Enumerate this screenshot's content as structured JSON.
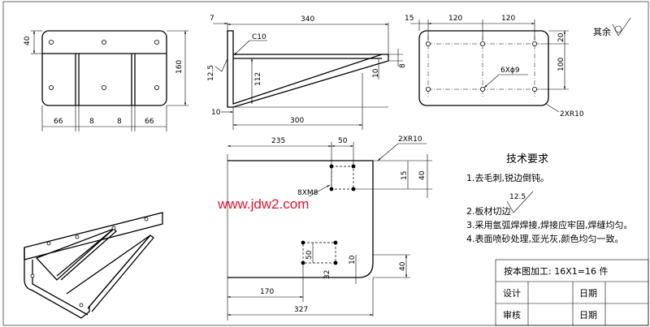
{
  "drawing": {
    "colors": {
      "line": "#000000",
      "watermark": "#e8102a",
      "background": "#ffffff"
    },
    "front_view": {
      "dims": {
        "top_height": "40",
        "height": "160",
        "w_left": "66",
        "w_mid_left": "8",
        "w_mid_right": "8",
        "w_right": "66"
      }
    },
    "side_view": {
      "dims": {
        "thickness": "7",
        "length": "340",
        "radius_callout": "C10",
        "roughness": "12.5",
        "rib_height": "112",
        "base": "10",
        "rib_length": "300",
        "tip_height": "10",
        "tip_height2": "8"
      }
    },
    "top_view": {
      "dims": {
        "edge": "15",
        "pitch_1": "120",
        "pitch_2": "120",
        "row_offset": "20",
        "row_pitch": "100",
        "holes_callout": "6Xϕ9",
        "corner_radius": "2XR10"
      },
      "surface_finish_label": "其余"
    },
    "flat_pattern": {
      "dims": {
        "width": "235",
        "slot": "50",
        "corner_radius": "2XR10",
        "slot_h1": "15",
        "slot_h2": "40",
        "holes_callout": "8XM8",
        "slot_b": "50",
        "slot_b_h": "32",
        "notch_w": "10",
        "notch_h": "40",
        "bottom_1": "170",
        "bottom_total": "327"
      }
    },
    "watermark": "www.jdw2.com",
    "tech_requirements": {
      "title": "技术要求",
      "items": [
        "1.去毛刺,锐边倒钝。",
        "2.板材切边",
        "3.采用氩弧焊焊接,焊接应牢固,焊缝均匀。",
        "4.表面喷砂处理,亚光灰,颜色均匀一致。"
      ],
      "roughness": "12.5"
    },
    "title_block": {
      "process": "按本图加工: 16X1=16 件",
      "design_label": "设计",
      "date_label": "日期",
      "review_label": "审核",
      "date_label_2": "日期"
    }
  }
}
